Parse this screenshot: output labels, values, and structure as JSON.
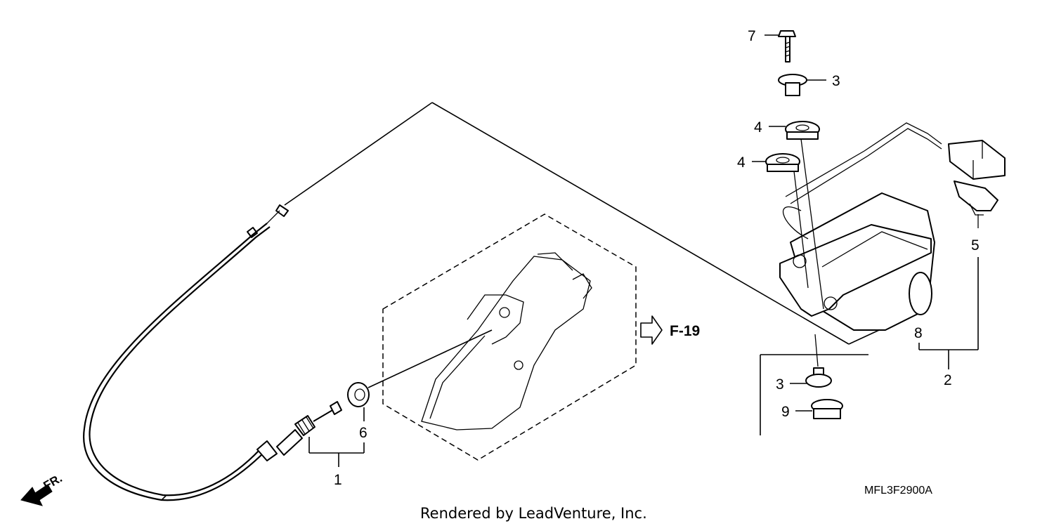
{
  "diagram": {
    "callouts": {
      "c1": "1",
      "c2": "2",
      "c3a": "3",
      "c3b": "3",
      "c4a": "4",
      "c4b": "4",
      "c5": "5",
      "c6": "6",
      "c7": "7",
      "c8": "8",
      "c9": "9"
    },
    "reference": "F-19",
    "front_label": "FR.",
    "diagram_code": "MFL3F2900A",
    "credit": "Rendered by LeadVenture, Inc."
  }
}
